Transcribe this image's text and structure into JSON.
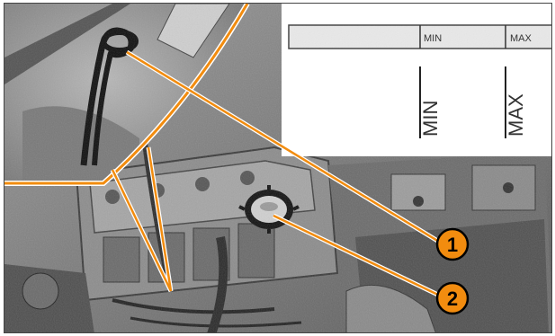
{
  "inset": {
    "strip_labels": [
      "MIN",
      "MAX"
    ],
    "rotated_labels": [
      "MIN",
      "MAX"
    ]
  },
  "callouts": [
    {
      "number": "1"
    },
    {
      "number": "2"
    }
  ],
  "colors": {
    "callout_fill": "#f28c0f",
    "leader_line": "#f28c0f",
    "outline": "#000000"
  }
}
